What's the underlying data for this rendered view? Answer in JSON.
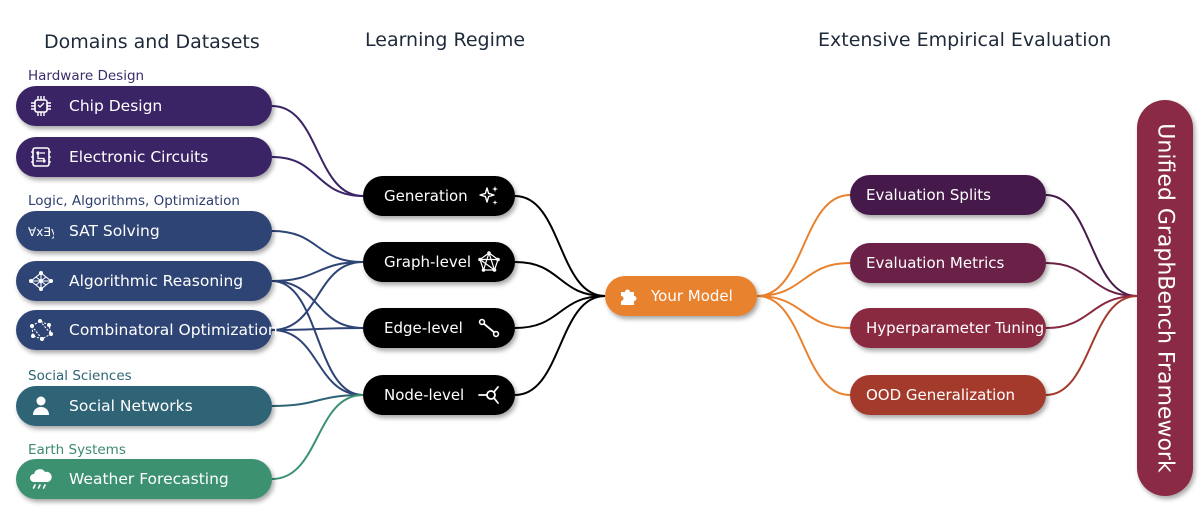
{
  "headings": {
    "domains": "Domains and Datasets",
    "learning": "Learning Regime",
    "evaluation": "Extensive Empirical Evaluation"
  },
  "groups": [
    {
      "label": "Hardware Design",
      "color": "#3b2d6b"
    },
    {
      "label": "Logic, Algorithms, Optimization",
      "color": "#2e3f6e"
    },
    {
      "label": "Social Sciences",
      "color": "#2e6474"
    },
    {
      "label": "Earth Systems",
      "color": "#3a8a6c"
    }
  ],
  "domains": [
    {
      "label": "Chip Design",
      "icon": "chip-icon",
      "color": "#3b2466"
    },
    {
      "label": "Electronic Circuits",
      "icon": "circuit-board-icon",
      "color": "#3b2466"
    },
    {
      "label": "SAT Solving",
      "icon": "logic-quantifier-icon",
      "color": "#2e4475"
    },
    {
      "label": "Algorithmic Reasoning",
      "icon": "network-graph-icon",
      "color": "#2e4475"
    },
    {
      "label": "Combinatoral Optimization",
      "icon": "route-graph-icon",
      "color": "#2e4475"
    },
    {
      "label": "Social Networks",
      "icon": "person-icon",
      "color": "#2f6376"
    },
    {
      "label": "Weather Forecasting",
      "icon": "rain-cloud-icon",
      "color": "#3b9170"
    }
  ],
  "regimes": [
    {
      "label": "Generation",
      "icon": "sparkles-icon"
    },
    {
      "label": "Graph-level",
      "icon": "graph-pentagon-icon"
    },
    {
      "label": "Edge-level",
      "icon": "edge-icon"
    },
    {
      "label": "Node-level",
      "icon": "node-icon"
    }
  ],
  "model": {
    "label": "Your Model",
    "icon": "puzzle-icon",
    "color": "#e9822f"
  },
  "evaluations": [
    {
      "label": "Evaluation Splits",
      "color": "#451a4a"
    },
    {
      "label": "Evaluation Metrics",
      "color": "#6b2147"
    },
    {
      "label": "Hyperparameter Tuning",
      "color": "#8a2a40"
    },
    {
      "label": "OOD Generalization",
      "color": "#a43a2c"
    }
  ],
  "framework": {
    "label": "Unified GraphBench Framework",
    "color": "#8b2a44"
  }
}
